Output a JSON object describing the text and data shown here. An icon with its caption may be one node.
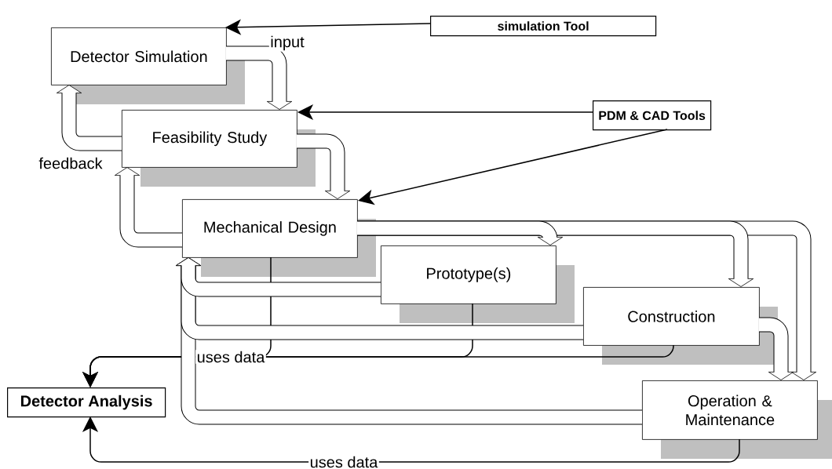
{
  "diagram": {
    "nodes": [
      {
        "text": [
          "Detector Simulation"
        ]
      },
      {
        "text": [
          "Feasibility Study"
        ]
      },
      {
        "text": [
          "Mechanical Design"
        ]
      },
      {
        "text": [
          "Prototype(s)"
        ]
      },
      {
        "text": [
          "Construction"
        ]
      },
      {
        "text": [
          "Operation & Maintenance"
        ]
      },
      {
        "text": [
          "simulation Tool"
        ]
      },
      {
        "text": [
          "PDM & CAD Tools"
        ]
      },
      {
        "text": [
          "Detector Analysis"
        ]
      }
    ],
    "edges": [
      {
        "from": 6,
        "to": 0,
        "arrow": "to",
        "color": "#000000"
      },
      {
        "from": 7,
        "to": 1,
        "arrow": "to",
        "color": "#000000"
      },
      {
        "from": 7,
        "to": 2,
        "arrow": "to",
        "color": "#000000"
      },
      {
        "from": 2,
        "to": 8,
        "arrow": "to",
        "label": "uses data",
        "color": "#000000"
      },
      {
        "from": 3,
        "to": 8,
        "arrow": "to",
        "color": "#000000"
      },
      {
        "from": 4,
        "to": 8,
        "arrow": "to",
        "color": "#000000"
      },
      {
        "from": 5,
        "to": 8,
        "arrow": "to",
        "label": "uses data",
        "color": "#000000"
      },
      {
        "from": 0,
        "to": 1,
        "arrow": "to",
        "label": "input"
      },
      {
        "from": 1,
        "to": 0,
        "arrow": "to",
        "label": "feedback"
      },
      {
        "from": 1,
        "to": 2,
        "arrow": "to"
      },
      {
        "from": 2,
        "to": 1,
        "arrow": "to"
      },
      {
        "from": 2,
        "to": 5,
        "arrow": "to"
      },
      {
        "from": 2,
        "to": 4,
        "arrow": "to"
      },
      {
        "from": 2,
        "to": 3,
        "arrow": "to",
        "color": "#000000"
      },
      {
        "from": 4,
        "to": 5,
        "arrow": "to"
      },
      {
        "from": 5,
        "to": 2,
        "arrow": "to"
      },
      {
        "from": 4,
        "to": 2,
        "arrow": "to"
      },
      {
        "from": 3,
        "to": 2,
        "arrow": "to"
      }
    ]
  }
}
